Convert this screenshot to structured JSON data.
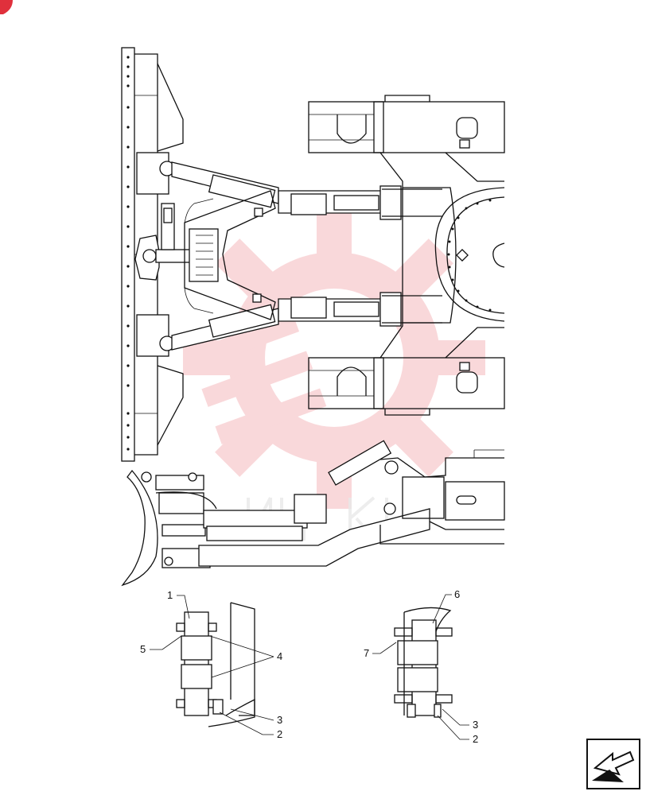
{
  "callouts": {
    "c1": "1",
    "c2a": "2",
    "c3a": "3",
    "c4": "4",
    "c5": "5",
    "c6": "6",
    "c7": "7",
    "c2b": "2",
    "c3b": "3"
  },
  "watermark": {
    "logo_color": "#e8505b"
  },
  "icons": {
    "corner_badge": "corner-badge-icon",
    "nav": "next-page-arrow-icon"
  }
}
